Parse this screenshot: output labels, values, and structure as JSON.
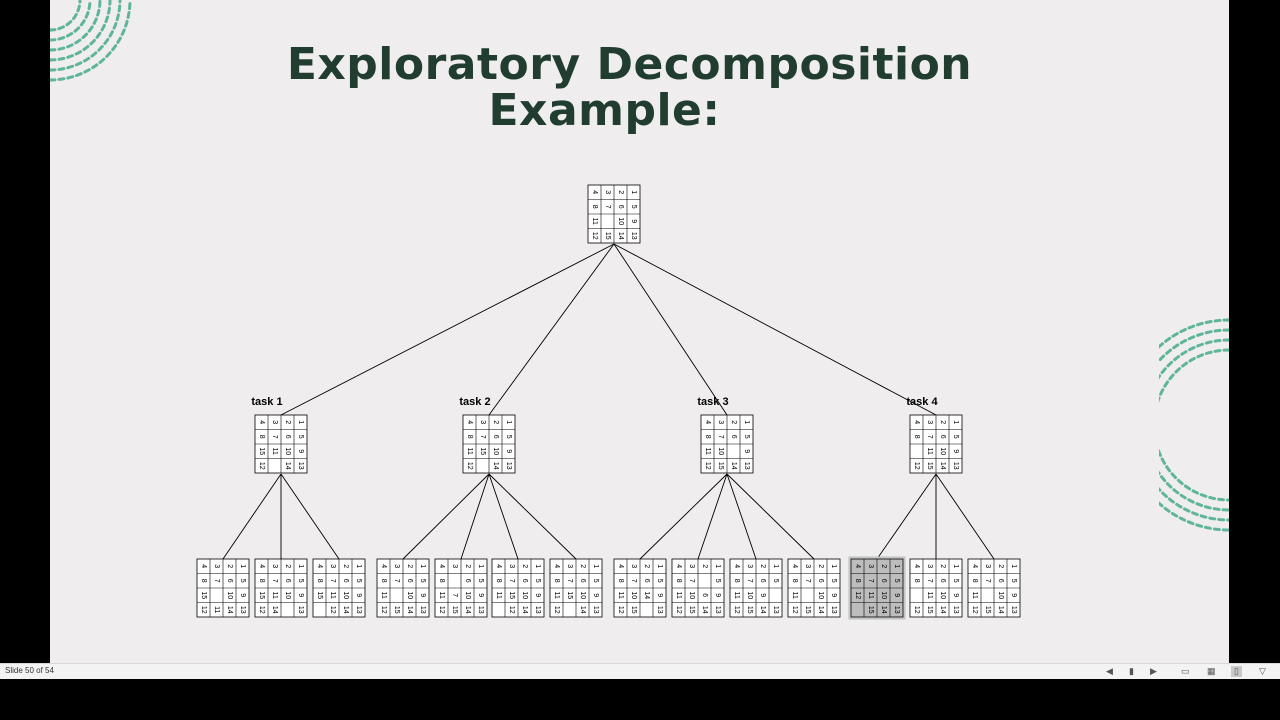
{
  "slide": {
    "title_line1": "Exploratory Decomposition",
    "title_line2": "Example:"
  },
  "tree": {
    "root": [
      [
        1,
        5,
        9,
        13
      ],
      [
        2,
        6,
        10,
        14
      ],
      [
        3,
        7,
        null,
        15
      ],
      [
        4,
        8,
        11,
        12
      ]
    ],
    "tasks": [
      {
        "label": "task 1",
        "state": [
          [
            1,
            5,
            9,
            13
          ],
          [
            2,
            6,
            10,
            14
          ],
          [
            3,
            7,
            11,
            null
          ],
          [
            4,
            8,
            15,
            12
          ]
        ]
      },
      {
        "label": "task 2",
        "state": [
          [
            1,
            5,
            9,
            13
          ],
          [
            2,
            6,
            10,
            14
          ],
          [
            3,
            7,
            15,
            null
          ],
          [
            4,
            8,
            11,
            12
          ]
        ]
      },
      {
        "label": "task 3",
        "state": [
          [
            1,
            5,
            9,
            13
          ],
          [
            2,
            6,
            null,
            14
          ],
          [
            3,
            7,
            10,
            15
          ],
          [
            4,
            8,
            11,
            12
          ]
        ]
      },
      {
        "label": "task 4",
        "state": [
          [
            1,
            5,
            9,
            13
          ],
          [
            2,
            6,
            10,
            14
          ],
          [
            3,
            7,
            11,
            15
          ],
          [
            4,
            8,
            null,
            12
          ]
        ]
      }
    ],
    "leaves": [
      {
        "parent": 0,
        "state": [
          [
            1,
            5,
            9,
            13
          ],
          [
            2,
            6,
            10,
            14
          ],
          [
            3,
            7,
            null,
            11
          ],
          [
            4,
            8,
            15,
            12
          ]
        ]
      },
      {
        "parent": 0,
        "state": [
          [
            1,
            5,
            9,
            13
          ],
          [
            2,
            6,
            10,
            null
          ],
          [
            3,
            7,
            11,
            14
          ],
          [
            4,
            8,
            15,
            12
          ]
        ]
      },
      {
        "parent": 0,
        "state": [
          [
            1,
            5,
            9,
            13
          ],
          [
            2,
            6,
            10,
            14
          ],
          [
            3,
            7,
            11,
            12
          ],
          [
            4,
            8,
            15,
            null
          ]
        ]
      },
      {
        "parent": 1,
        "state": [
          [
            1,
            5,
            9,
            13
          ],
          [
            2,
            6,
            10,
            14
          ],
          [
            3,
            7,
            null,
            15
          ],
          [
            4,
            8,
            11,
            12
          ]
        ]
      },
      {
        "parent": 1,
        "state": [
          [
            1,
            5,
            9,
            13
          ],
          [
            2,
            6,
            10,
            14
          ],
          [
            3,
            null,
            7,
            15
          ],
          [
            4,
            8,
            11,
            12
          ]
        ]
      },
      {
        "parent": 1,
        "state": [
          [
            1,
            5,
            9,
            13
          ],
          [
            2,
            6,
            10,
            14
          ],
          [
            3,
            7,
            15,
            12
          ],
          [
            4,
            8,
            11,
            null
          ]
        ]
      },
      {
        "parent": 1,
        "state": [
          [
            1,
            5,
            9,
            13
          ],
          [
            2,
            6,
            10,
            14
          ],
          [
            3,
            7,
            15,
            null
          ],
          [
            4,
            8,
            11,
            12
          ]
        ]
      },
      {
        "parent": 2,
        "state": [
          [
            1,
            5,
            9,
            13
          ],
          [
            2,
            6,
            14,
            null
          ],
          [
            3,
            7,
            10,
            15
          ],
          [
            4,
            8,
            11,
            12
          ]
        ]
      },
      {
        "parent": 2,
        "state": [
          [
            1,
            5,
            9,
            13
          ],
          [
            2,
            null,
            6,
            14
          ],
          [
            3,
            7,
            10,
            15
          ],
          [
            4,
            8,
            11,
            12
          ]
        ]
      },
      {
        "parent": 2,
        "state": [
          [
            1,
            5,
            null,
            13
          ],
          [
            2,
            6,
            9,
            14
          ],
          [
            3,
            7,
            10,
            15
          ],
          [
            4,
            8,
            11,
            12
          ]
        ]
      },
      {
        "parent": 2,
        "state": [
          [
            1,
            5,
            9,
            13
          ],
          [
            2,
            6,
            10,
            14
          ],
          [
            3,
            7,
            null,
            15
          ],
          [
            4,
            8,
            11,
            12
          ]
        ]
      },
      {
        "parent": 3,
        "state": [
          [
            1,
            5,
            9,
            13
          ],
          [
            2,
            6,
            10,
            14
          ],
          [
            3,
            7,
            11,
            15
          ],
          [
            4,
            8,
            12,
            null
          ]
        ],
        "highlighted": true
      },
      {
        "parent": 3,
        "state": [
          [
            1,
            5,
            9,
            13
          ],
          [
            2,
            6,
            10,
            14
          ],
          [
            3,
            7,
            11,
            15
          ],
          [
            4,
            8,
            null,
            12
          ]
        ]
      },
      {
        "parent": 3,
        "state": [
          [
            1,
            5,
            9,
            13
          ],
          [
            2,
            6,
            10,
            14
          ],
          [
            3,
            7,
            null,
            15
          ],
          [
            4,
            8,
            11,
            12
          ]
        ]
      }
    ]
  },
  "status": {
    "slide_counter": "Slide 50 of 54"
  },
  "icons": {
    "prev": "◀",
    "notes": "▮",
    "next": "▶",
    "normal_view": "▭",
    "sorter_view": "▦",
    "reading_view": "▯",
    "slideshow_view": "▽"
  }
}
